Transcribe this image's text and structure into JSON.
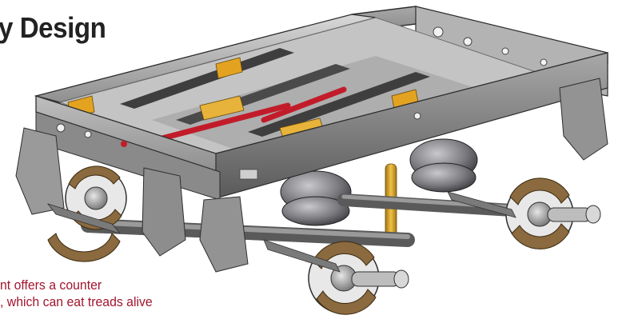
{
  "title": "y Design",
  "caption": {
    "line1": "nt offers a counter",
    "line2": ", which can eat treads alive"
  },
  "colors": {
    "title": "#222222",
    "caption": "#a3152f",
    "frame": "#8c8c8c",
    "frame_dark": "#2e2e2e",
    "crossbar": "#c21c2a",
    "brake_lining": "#8a6a3e",
    "shock": "#d9a11f",
    "airbag": "#6f6f72"
  },
  "illustration": {
    "subject": "trailer suspension frame with air springs and brake drums"
  }
}
